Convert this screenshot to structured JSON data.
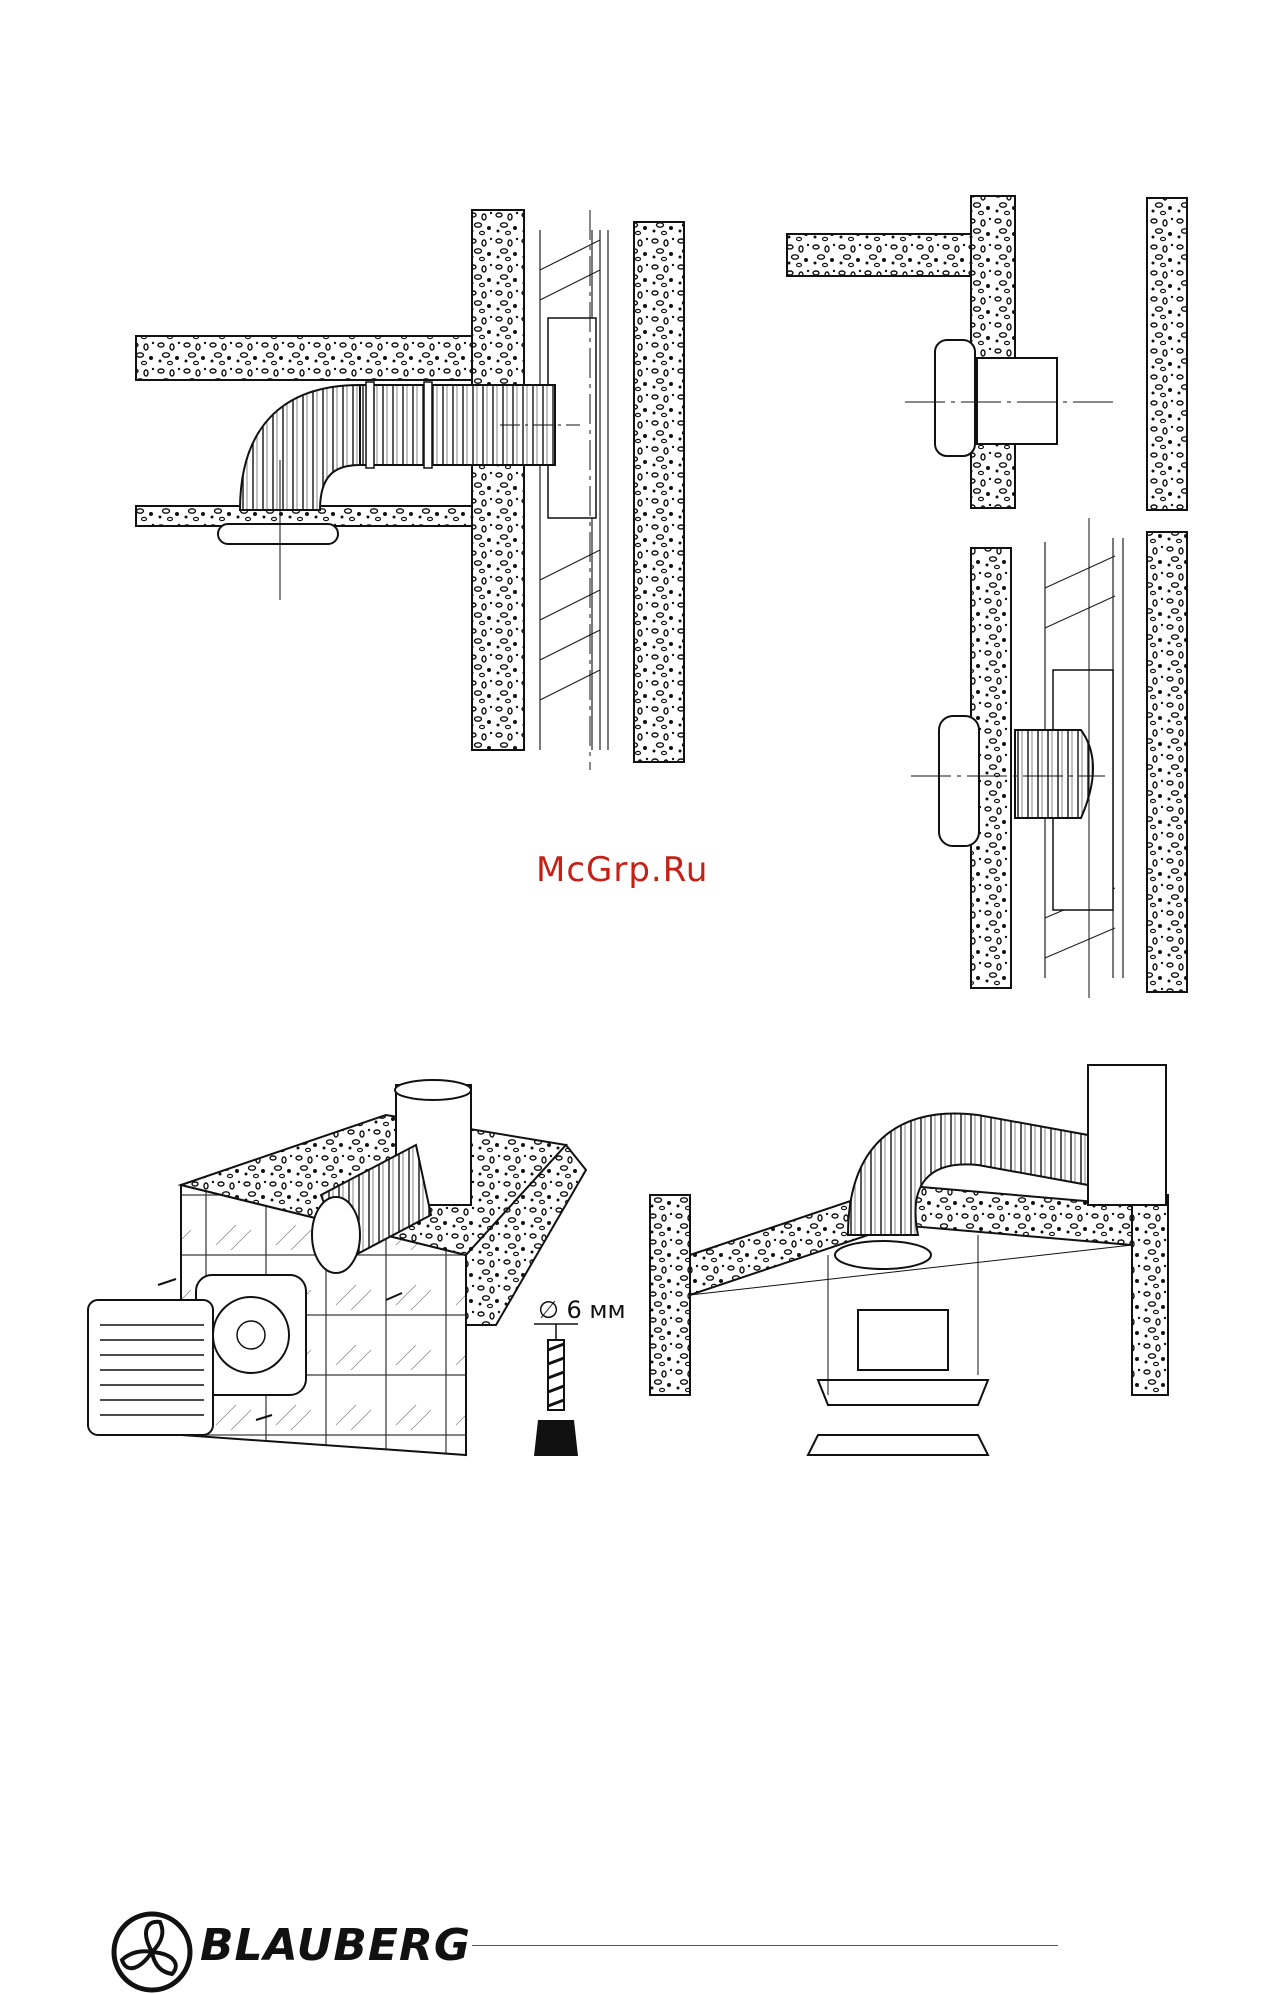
{
  "watermark": "McGrp.Ru",
  "drill": {
    "label": "∅ 6 мм"
  },
  "brand": {
    "name": "BLAUBERG"
  },
  "icons": [
    "fan-logo-icon",
    "drill-bit-icon",
    "screw-icon"
  ],
  "colors": {
    "ink": "#111111",
    "watermark": "#c51f16",
    "paper": "#ffffff"
  }
}
